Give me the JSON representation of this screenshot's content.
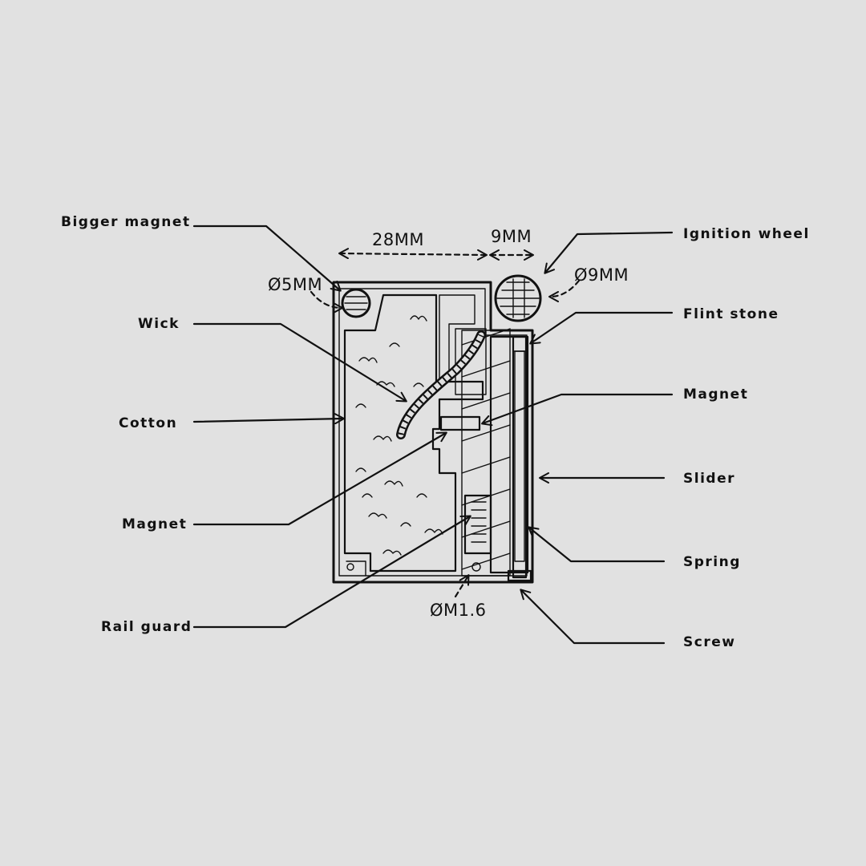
{
  "labels": {
    "bigger_magnet": "Bigger magnet",
    "wick": "Wick",
    "cotton": "Cotton",
    "magnet_left": "Magnet",
    "rail_guard": "Rail guard",
    "ignition_wheel": "Ignition wheel",
    "flint_stone": "Flint stone",
    "magnet_right": "Magnet",
    "slider": "Slider",
    "spring": "Spring",
    "screw": "Screw"
  },
  "dimensions": {
    "width_body": "28MM",
    "width_side": "9MM",
    "dia_big_magnet": "Ø5MM",
    "dia_wheel": "Ø9MM",
    "dia_screw": "ØM1.6"
  },
  "colors": {
    "background": "#e1e1e1",
    "ink": "#111111"
  }
}
